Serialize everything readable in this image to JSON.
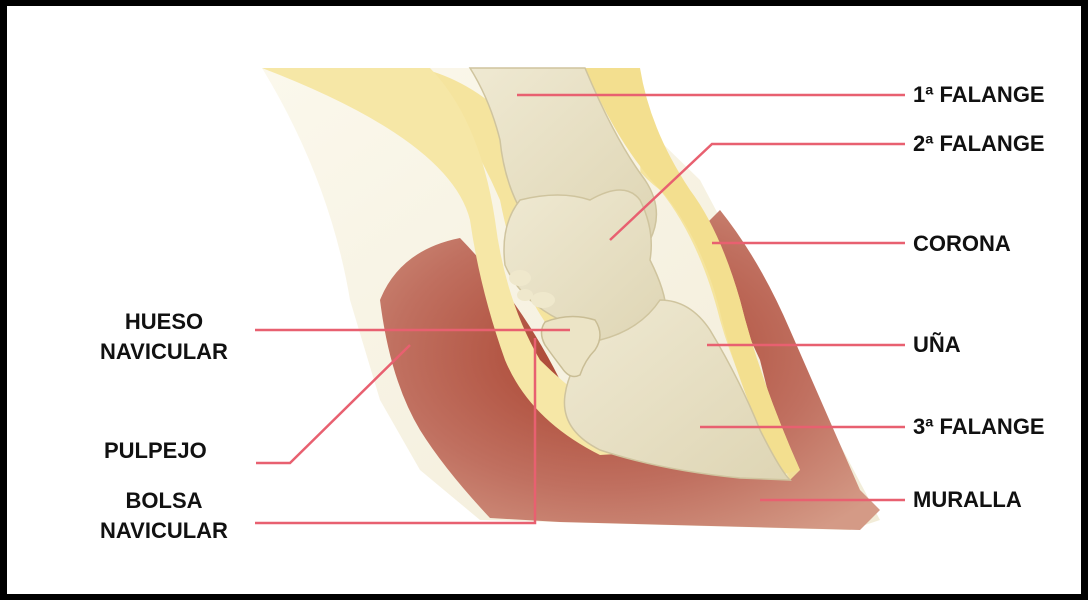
{
  "labels": {
    "falange1": "1ª FALANGE",
    "falange2": "2ª FALANGE",
    "corona": "CORONA",
    "una": "UÑA",
    "falange3": "3ª FALANGE",
    "muralla": "MURALLA",
    "hueso_line1": "HUESO",
    "hueso_line2": "NAVICULAR",
    "pulpejo": "PULPEJO",
    "bolsa_line1": "BOLSA",
    "bolsa_line2": "NAVICULAR"
  },
  "colors": {
    "leader_line": "#e86070",
    "bone": "#e9e2c8",
    "horn": "#c27a64",
    "horn_dark": "#a84a36",
    "cartilage": "#f5e7a0",
    "skin": "#faf6e8"
  }
}
